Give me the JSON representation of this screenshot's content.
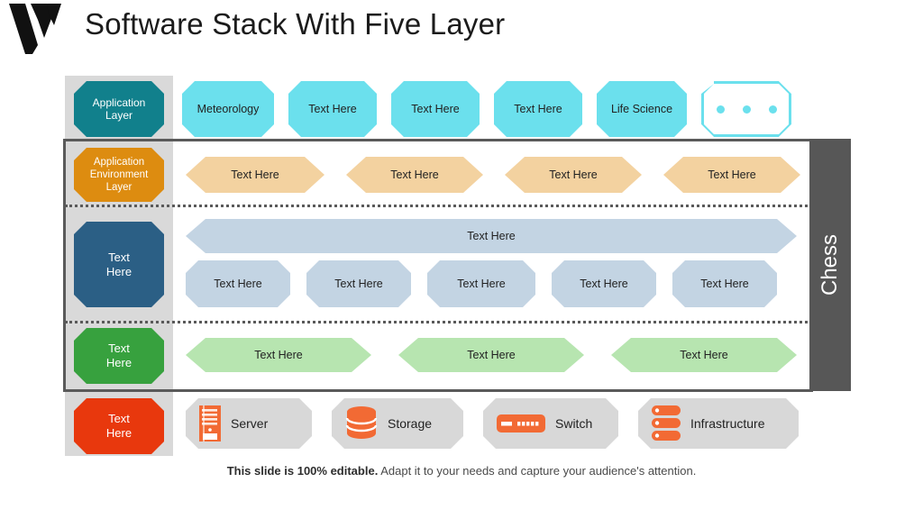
{
  "header": {
    "title": "Software Stack With Five Layer",
    "logo_icon": "w-logo-icon"
  },
  "side_bar": {
    "label": "Chess"
  },
  "rows": [
    {
      "id": "application-layer",
      "label": "Application\nLayer",
      "label_line1": "Application",
      "label_line2": "Layer",
      "color": "#11808c",
      "item_color": "#6be0ed",
      "items": [
        "Meteorology",
        "Text Here",
        "Text Here",
        "Text Here",
        "Life Science"
      ],
      "ellipsis": "• • •"
    },
    {
      "id": "application-environment-layer",
      "label_line1": "Application",
      "label_line2": "Environment",
      "label_line3": "Layer",
      "color": "#dd8c10",
      "item_color": "#f3d2a0",
      "items": [
        "Text Here",
        "Text Here",
        "Text Here",
        "Text Here"
      ]
    },
    {
      "id": "middleware-layer",
      "label_line1": "Text",
      "label_line2": "Here",
      "color": "#2b5f85",
      "item_color": "#c3d4e3",
      "bar": "Text Here",
      "items": [
        "Text Here",
        "Text Here",
        "Text Here",
        "Text Here",
        "Text Here"
      ]
    },
    {
      "id": "os-layer",
      "label_line1": "Text",
      "label_line2": "Here",
      "color": "#37a13e",
      "item_color": "#b7e5b0",
      "items": [
        "Text Here",
        "Text Here",
        "Text Here"
      ]
    },
    {
      "id": "hardware-layer",
      "label_line1": "Text",
      "label_line2": "Here",
      "color": "#e8380d",
      "item_color": "#d8d8d8",
      "items": [
        {
          "label": "Server",
          "icon": "server-tower-icon"
        },
        {
          "label": "Storage",
          "icon": "database-stack-icon"
        },
        {
          "label": "Switch",
          "icon": "network-switch-icon"
        },
        {
          "label": "Infrastructure",
          "icon": "server-rack-icon"
        }
      ]
    }
  ],
  "footer": {
    "bold": "This slide is 100% editable.",
    "rest": " Adapt it to your needs and capture your audience's attention."
  },
  "colors": {
    "teal": "#11808c",
    "cyan": "#6be0ed",
    "orange": "#dd8c10",
    "tan": "#f3d2a0",
    "navy": "#2b5f85",
    "light_blue": "#c3d4e3",
    "green": "#37a13e",
    "light_green": "#b7e5b0",
    "red": "#e8380d",
    "grey": "#d8d8d8",
    "frame": "#5a5a5a",
    "sidebar": "#575757"
  }
}
